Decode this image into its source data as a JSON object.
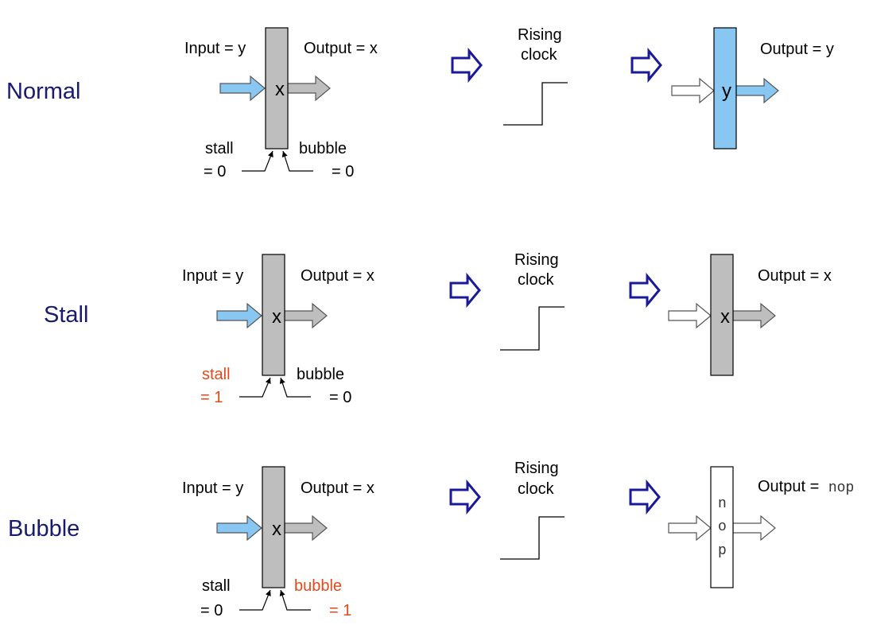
{
  "colors": {
    "row_label": "#1a1a6e",
    "register_gray": "#bebebe",
    "register_blue": "#87c7f2",
    "register_white": "#ffffff",
    "arrow_blue": "#87c7f2",
    "arrow_gray": "#bebebe",
    "flow_arrow": "#1a1a99",
    "highlight": "#e24a1c"
  },
  "rows": [
    {
      "label": "Normal",
      "input_label": "Input = y",
      "output_label": "Output = x",
      "register_value": "x",
      "stall_label": "stall",
      "stall_value": "= 0",
      "bubble_label": "bubble",
      "bubble_value": "= 0",
      "clock_label_line1": "Rising",
      "clock_label_line2": "clock",
      "after_output_label": "Output = y",
      "after_value": "y"
    },
    {
      "label": "Stall",
      "input_label": "Input = y",
      "output_label": "Output = x",
      "register_value": "x",
      "stall_label": "stall",
      "stall_value": "= 1",
      "bubble_label": "bubble",
      "bubble_value": "= 0",
      "clock_label_line1": "Rising",
      "clock_label_line2": "clock",
      "after_output_label": "Output = x",
      "after_value": "x"
    },
    {
      "label": "Bubble",
      "input_label": "Input = y",
      "output_label": "Output = x",
      "register_value": "x",
      "stall_label": "stall",
      "stall_value": "= 0",
      "bubble_label": "bubble",
      "bubble_value": "= 1",
      "clock_label_line1": "Rising",
      "clock_label_line2": "clock",
      "after_output_label": "Output = ",
      "after_output_mono": "nop",
      "after_value_chars": [
        "n",
        "o",
        "p"
      ]
    }
  ]
}
